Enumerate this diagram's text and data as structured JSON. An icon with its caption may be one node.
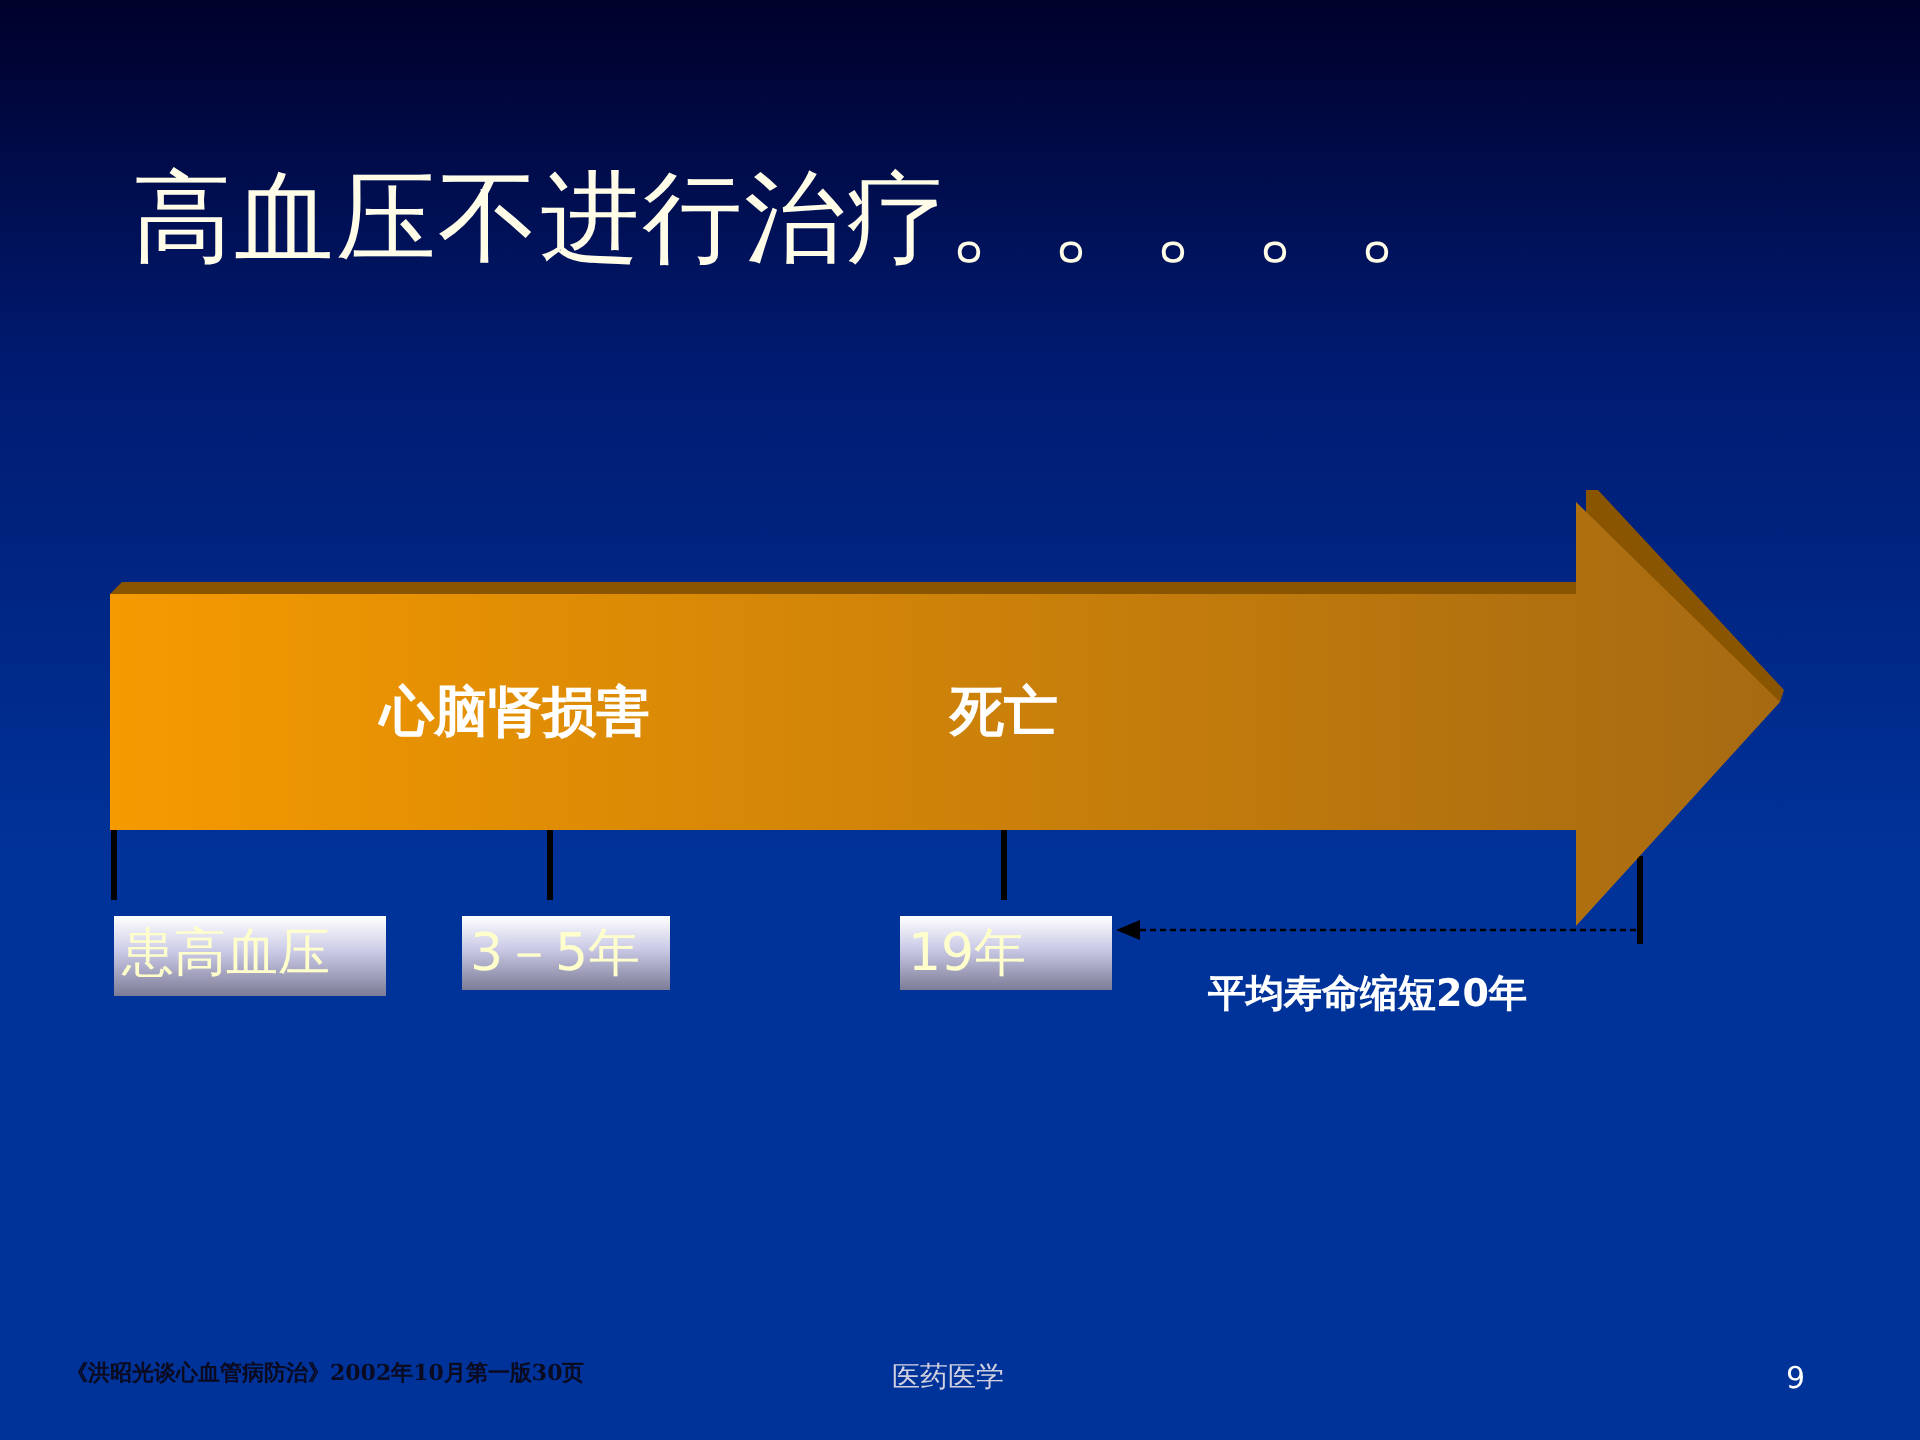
{
  "diagram": {
    "title": "高血压不进行治疗。。。。。",
    "nodes": [
      {
        "text": [
          "心脑肾损害",
          "死亡"
        ]
      },
      {
        "text": [
          "患高血压"
        ]
      },
      {
        "text": [
          "3－5年"
        ]
      },
      {
        "text": [
          "19年"
        ]
      }
    ],
    "edges": [
      {
        "from": null,
        "to": 3,
        "arrow": "to",
        "style": "dashed",
        "label": "平均寿命缩短20年"
      }
    ],
    "labels": [
      "《洪昭光谈心血管病防治》2002年10月第一版30页",
      "医药医学",
      "9"
    ]
  }
}
